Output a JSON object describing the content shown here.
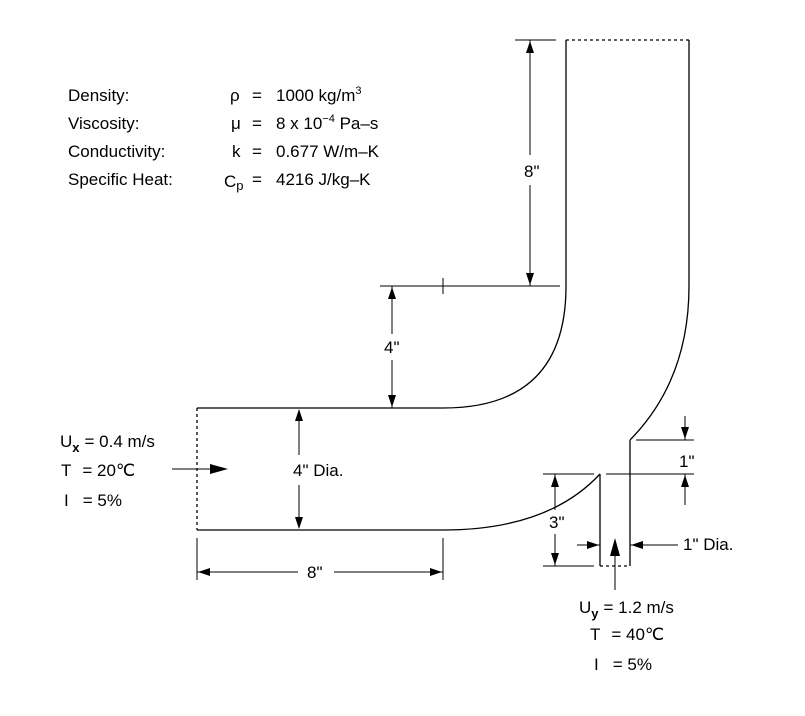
{
  "properties": [
    {
      "name": "Density:",
      "symbol": "ρ",
      "eq": "=",
      "value": "1000 kg/m",
      "sup": "3"
    },
    {
      "name": "Viscosity:",
      "symbol": "μ",
      "eq": "=",
      "value": "8 x 10",
      "sup": "−4",
      "tail": " Pa–s"
    },
    {
      "name": "Conductivity:",
      "symbol": "k",
      "eq": "=",
      "value": "0.677 W/m–K"
    },
    {
      "name": "Specific Heat:",
      "symbol": "C",
      "sub": "p",
      "eq": "=",
      "value": "4216 J/kg–K"
    }
  ],
  "dimensions": {
    "riser_length": "8\"",
    "elbow_radius": "4\"",
    "main_diameter": "4\" Dia.",
    "inlet_length": "8\"",
    "branch_offset": "1\"",
    "branch_height": "3\"",
    "branch_diameter": "1\" Dia."
  },
  "main_inlet": {
    "velocity_symbol": "U",
    "velocity_sub": "x",
    "velocity_value": "=  0.4 m/s",
    "temp_symbol": "T",
    "temp_value": "=  20℃",
    "intensity_symbol": "I",
    "intensity_value": "=  5%"
  },
  "branch_inlet": {
    "velocity_symbol": "U",
    "velocity_sub": "y",
    "velocity_value": "=  1.2 m/s",
    "temp_symbol": "T",
    "temp_value": "=  40℃",
    "intensity_symbol": "I",
    "intensity_value": "=  5%"
  }
}
